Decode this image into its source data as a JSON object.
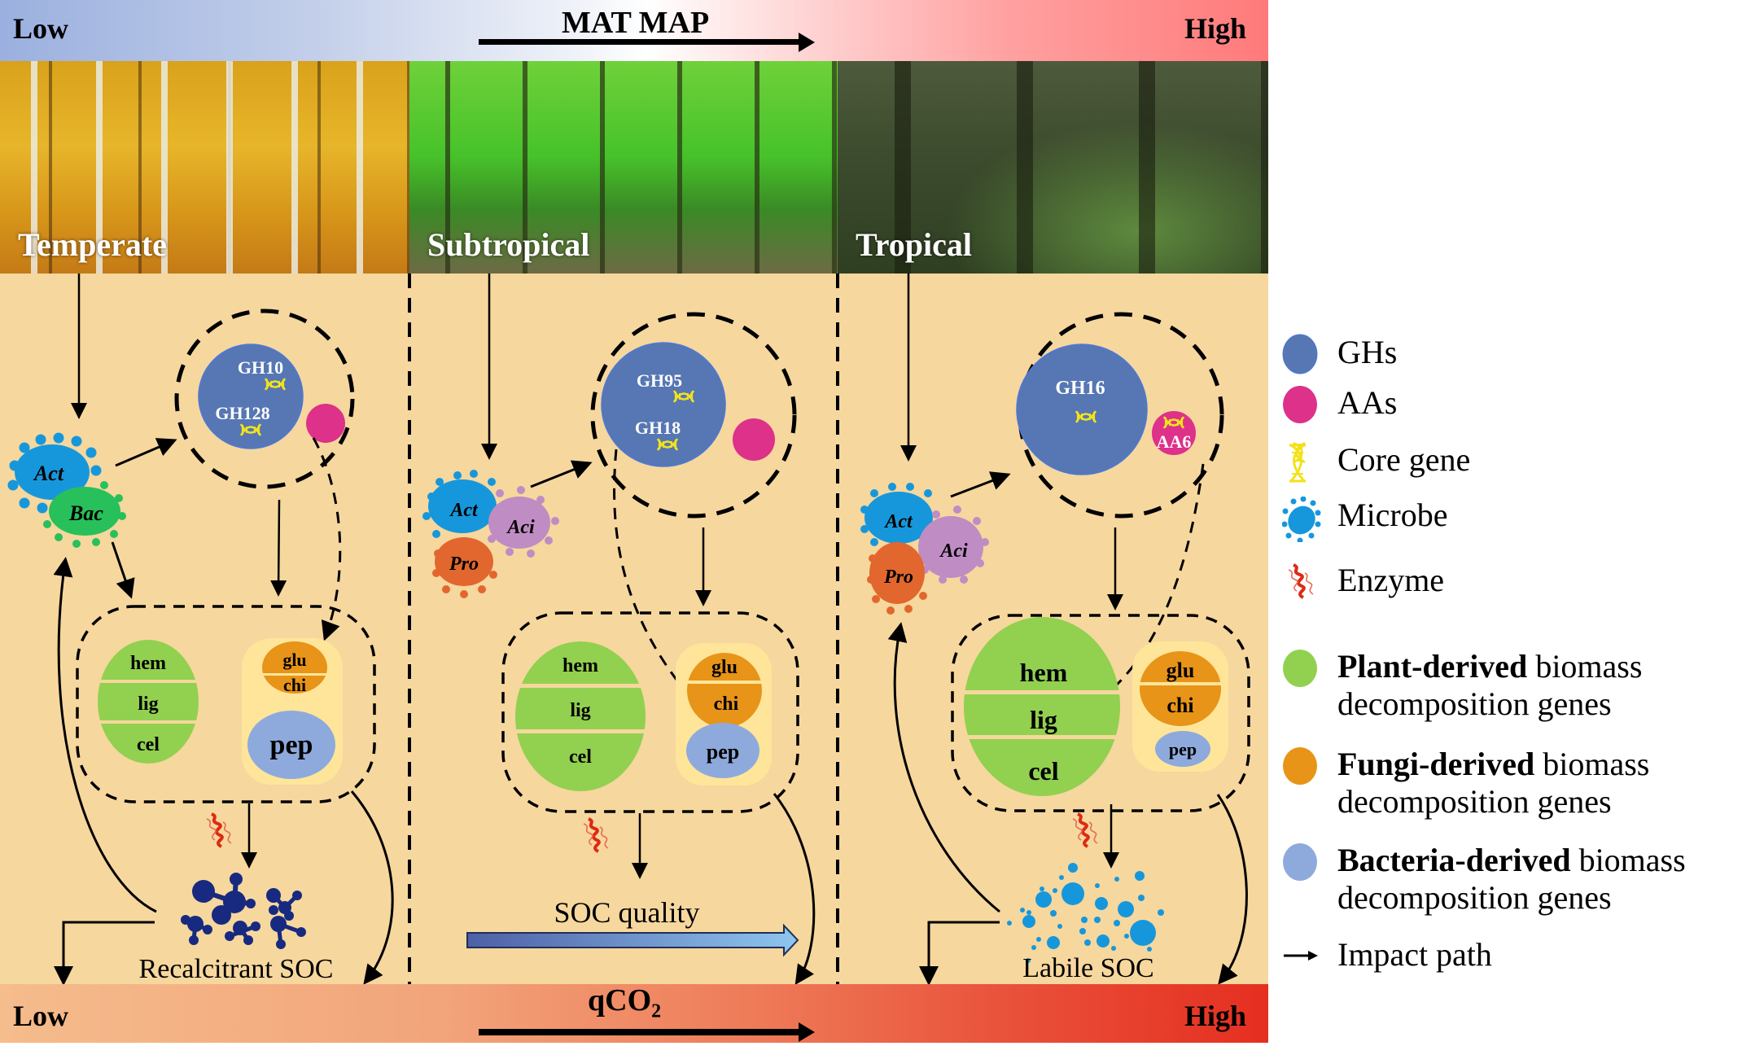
{
  "top_band": {
    "title": "MAT MAP",
    "low_label": "Low",
    "high_label": "High"
  },
  "bottom_band": {
    "title": "qCO",
    "title_subscript": "2",
    "low_label": "Low",
    "high_label": "High"
  },
  "biomes": [
    {
      "name": "Temperate",
      "gh_genes": [
        "GH10",
        "GH128"
      ],
      "aa_gene": "",
      "microbes": [
        "Act",
        "Bac"
      ],
      "plant_genes": [
        "hem",
        "lig",
        "cel"
      ],
      "fungi_genes": [
        "glu",
        "chi"
      ],
      "bacteria_genes": [
        "pep"
      ],
      "soc_label": "Recalcitrant SOC"
    },
    {
      "name": "Subtropical",
      "gh_genes": [
        "GH95",
        "GH18"
      ],
      "aa_gene": "",
      "microbes": [
        "Act",
        "Aci",
        "Pro"
      ],
      "plant_genes": [
        "hem",
        "lig",
        "cel"
      ],
      "fungi_genes": [
        "glu",
        "chi"
      ],
      "bacteria_genes": [
        "pep"
      ],
      "soc_label": "SOC quality"
    },
    {
      "name": "Tropical",
      "gh_genes": [
        "GH16"
      ],
      "aa_gene": "AA6",
      "microbes": [
        "Act",
        "Aci",
        "Pro"
      ],
      "plant_genes": [
        "hem",
        "lig",
        "cel"
      ],
      "fungi_genes": [
        "glu",
        "chi"
      ],
      "bacteria_genes": [
        "pep"
      ],
      "soc_label": "Labile SOC"
    }
  ],
  "legend": {
    "items": [
      {
        "icon": "gh-circle-icon",
        "label": "GHs",
        "color": "#5677b3"
      },
      {
        "icon": "aa-circle-icon",
        "label": "AAs",
        "color": "#dd318a"
      },
      {
        "icon": "dna-icon",
        "label": "Core gene",
        "color": "#f2e21c"
      },
      {
        "icon": "microbe-icon",
        "label": "Microbe",
        "color": "#1797db"
      },
      {
        "icon": "enzyme-icon",
        "label": "Enzyme",
        "color": "#dd2a12"
      }
    ],
    "gene_groups": [
      {
        "bold": "Plant-derived",
        "rest": " biomass",
        "line2": "decomposition genes",
        "color": "#92d050"
      },
      {
        "bold": "Fungi-derived",
        "rest": " biomass",
        "line2": "decomposition genes",
        "color": "#e89418"
      },
      {
        "bold": "Bacteria-derived",
        "rest": " biomass",
        "line2": "decomposition genes",
        "color": "#8eaadc"
      }
    ],
    "impact_path": "Impact path"
  },
  "colors": {
    "panel_bg": "#f6d79e",
    "gh": "#5677b3",
    "aa": "#dd318a",
    "plant": "#92d050",
    "fungi": "#e89418",
    "bacteria": "#8eaadc",
    "holder": "#ffe59a",
    "act": "#1797db",
    "bac": "#28c05a",
    "aci": "#c08cc4",
    "pro": "#e2672e",
    "recalcitrant": "#172a80",
    "labile": "#1797db"
  }
}
